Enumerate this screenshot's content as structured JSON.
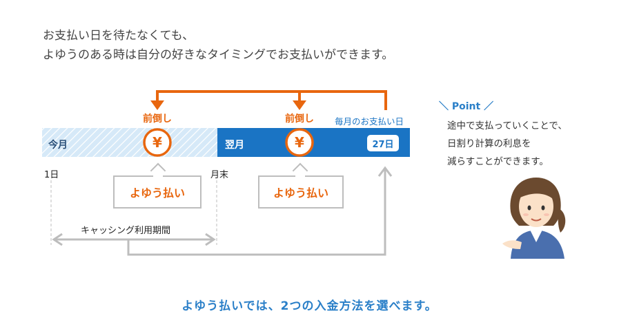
{
  "intro": {
    "line1": "お支払い日を待たなくても、",
    "line2": "よゆうのある時は自分の好きなタイミングでお支払いができます。"
  },
  "timeline": {
    "this_month_label": "今月",
    "next_month_label": "翌月",
    "prepay_label": "前倒し",
    "yen_symbol": "¥",
    "payment_day_caption": "毎月のお支払い日",
    "payment_day_badge": "27日",
    "start_day_label": "1日",
    "month_end_label": "月末",
    "flexible_payment_label": "よゆう払い",
    "cashing_period_label": "キャッシング利用期間"
  },
  "point": {
    "title": "＼ Point ／",
    "line1": "途中で支払っていくことで、",
    "line2": "日割り計算の利息を",
    "line3": "減らすことができます。"
  },
  "footer": {
    "summary": "よゆう払いでは、2つの入金方法を選べます。"
  },
  "colors": {
    "orange": "#e8660e",
    "blue": "#1a74c4",
    "light_blue": "#d6e9f8",
    "gray_line": "#bdbdbd"
  }
}
